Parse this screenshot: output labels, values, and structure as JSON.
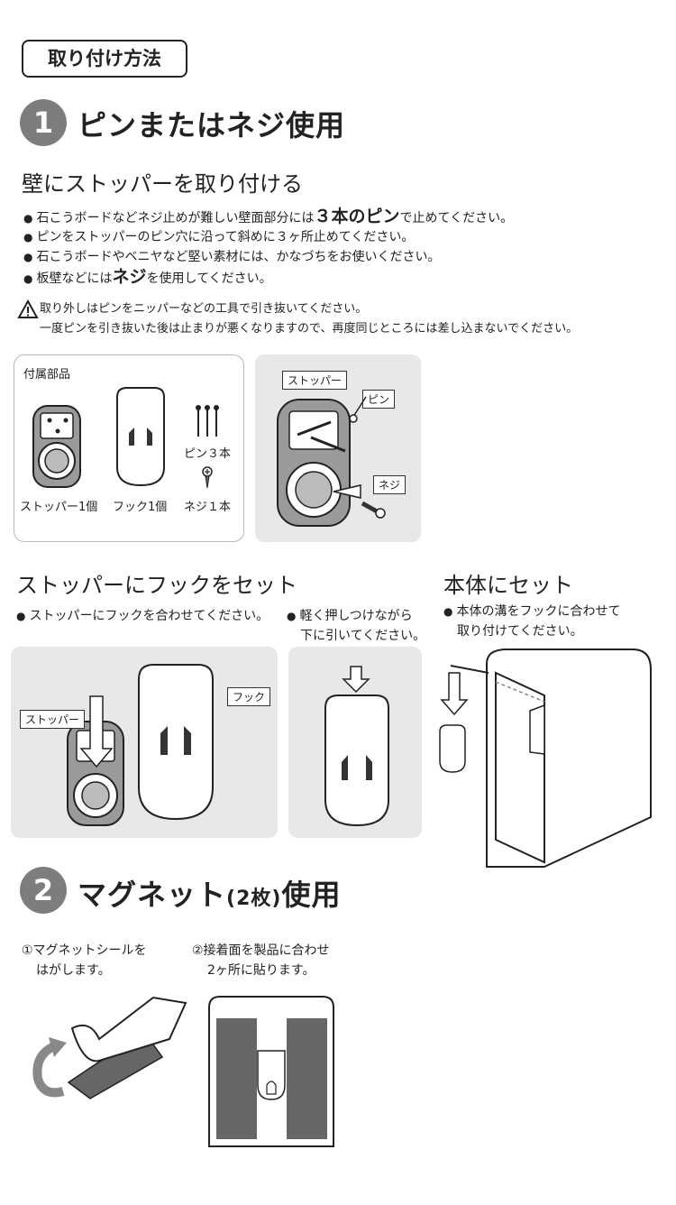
{
  "header": {
    "title": "取り付け方法"
  },
  "section1": {
    "number": "1",
    "title": "ピンまたはネジ使用",
    "subtitle": "壁にストッパーを取り付ける",
    "bullets": [
      {
        "pre": "石こうボードなどネジ止めが難しい壁面部分には",
        "bold": "３本のピン",
        "post": "で止めてください。"
      },
      {
        "pre": "ピンをストッパーのピン穴に沿って斜めに３ヶ所止めてください。",
        "bold": "",
        "post": ""
      },
      {
        "pre": "石こうボードやベニヤなど堅い素材には、かなづちをお使いください。",
        "bold": "",
        "post": ""
      },
      {
        "pre": "板壁などには",
        "bold": "ネジ",
        "post": "を使用してください。"
      }
    ],
    "note_line1": "取り外しはピンをニッパーなどの工具で引き抜いてください。",
    "note_line2": "一度ピンを引き抜いた後は止まりが悪くなりますので、再度同じところには差し込まないでください。",
    "parts": {
      "title": "付属部品",
      "stopper": "ストッパー1個",
      "hook": "フック1個",
      "pin": "ピン３本",
      "screw": "ネジ１本"
    },
    "diagram_labels": {
      "stopper": "ストッパー",
      "pin": "ピン",
      "screw": "ネジ"
    },
    "hook_set": {
      "title": "ストッパーにフックをセット",
      "bullet": "ストッパーにフックを合わせてください。",
      "bullet2_l1": "軽く押しつけながら",
      "bullet2_l2": "下に引いてください。",
      "label_stopper": "ストッパー",
      "label_hook": "フック"
    },
    "body_set": {
      "title": "本体にセット",
      "bullet_l1": "本体の溝をフックに合わせて",
      "bullet_l2": "取り付けてください。"
    }
  },
  "section2": {
    "number": "2",
    "title_a": "マグネット",
    "title_b": "(2枚)",
    "title_c": "使用",
    "step1_l1": "①マグネットシールを",
    "step1_l2": "はがします。",
    "step2_l1": "②接着面を製品に合わせ",
    "step2_l2": "2ヶ所に貼ります。"
  }
}
